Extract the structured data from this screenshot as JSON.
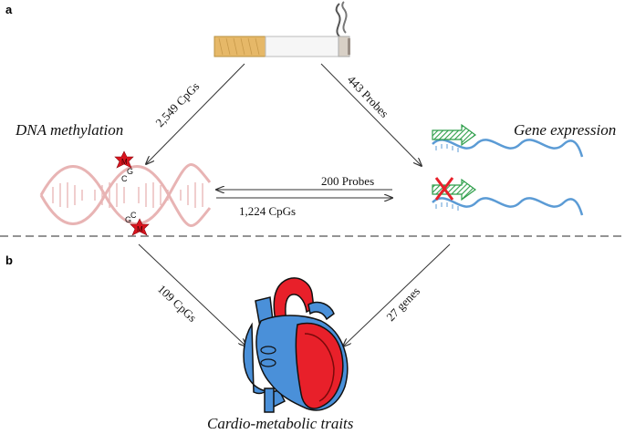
{
  "panels": {
    "a": "a",
    "b": "b"
  },
  "titles": {
    "dna_methylation": "DNA methylation",
    "gene_expression": "Gene expression",
    "cardio_metabolic": "Cardio-metabolic traits"
  },
  "arrows": {
    "smoking_to_methylation": "2,549 CpGs",
    "smoking_to_expression": "443 Probes",
    "expression_to_methylation": "200 Probes",
    "methylation_to_expression": "1,224 CpGs",
    "methylation_to_traits": "109 CpGs",
    "expression_to_traits": "27 genes"
  },
  "markers": {
    "methyl_letter": "M",
    "cpg_top_c": "C",
    "cpg_top_g": "G",
    "cpg_bottom_g": "G",
    "cpg_bottom_c": "C"
  },
  "colors": {
    "dna": "#e8b4b4",
    "rna": "#5b9bd5",
    "transcript_arrow": "#2e9e4a",
    "methyl_star": "#d9141e",
    "heart_red": "#e8202a",
    "heart_blue": "#4a90d9"
  },
  "icons": [
    "cigarette-icon",
    "dna-helix-icon",
    "mrna-icon",
    "heart-icon",
    "methyl-star-icon",
    "block-x-icon"
  ]
}
